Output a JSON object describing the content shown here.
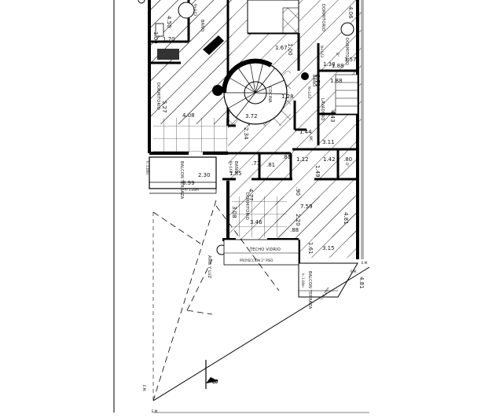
{
  "rooms": {
    "dormitorio_left": "DORMITORIO",
    "dormitorio_top": "DORMITORIO",
    "dormitorio_bottom": "DORMITORIO",
    "dormitorio_right": "DORMITORIO",
    "bano_top": "BAÑO",
    "bano_mid": "BAÑO",
    "bano_lower": "BAÑO",
    "cocina": "COCINA",
    "lavadero": "LAVADERO",
    "balcon_left": "BALCON TERRAZA",
    "balcon_right": "BALCON TERRAZA",
    "techo_vidrio": "TECHO VIDRIO",
    "proyeccion": "PROYECCION 2° PISO",
    "aire_luz": "AIRE Y LUZ",
    "wc": "WC",
    "d_right": "D°",
    "d_top": "D°"
  },
  "levels": {
    "nivel_top": "N+4.63",
    "nivel_bano": "N+4.63",
    "nivel_bano2": "N+4.63",
    "nivel_top_right": "N+4.63",
    "h_left": "h: 1.00m",
    "h_left2": "h: 1.00m",
    "h_right": "h: 1.00m",
    "h_right2": "h: 1.00m"
  },
  "dims": {
    "d1": "4.50",
    "d2": "1.70",
    "d3": "1.00",
    "d4": "5.27",
    "d5": "4.08",
    "d6": "1.67",
    "d7": "1.00",
    "d8": "1.30",
    "d9": "1.88",
    "d10": "1.57",
    "d11": "4.06",
    "d12": "2.71",
    "d13": "1.88",
    "d14": "4.43",
    "d15": "1.28",
    "d16": "3.72",
    "d17": "2.34",
    "d18": "1.44",
    "d19": "3.11",
    "d20": ".81",
    "d21": "1.12",
    "d22": "1.42",
    "d23": ".80",
    "d24": "1.49",
    "d25": ".71",
    "d26": "1.85",
    "d27": "2.30",
    "d28": "3.99",
    "d29": "4.77",
    "d30": "3.08",
    "d31": "3.46",
    "d32": ".90",
    "d33": "7.59",
    "d34": "2.20",
    "d35": "4.81",
    "d36": "4.81",
    "d37": ".88",
    "d38": "1.61",
    "d39": "3.15",
    "d40": ".81"
  },
  "markers": {
    "em_right": "E.M.",
    "em_right2": "E.M.",
    "em_left": "E.M.",
    "em_left2": "E.M.",
    "section": "B"
  }
}
